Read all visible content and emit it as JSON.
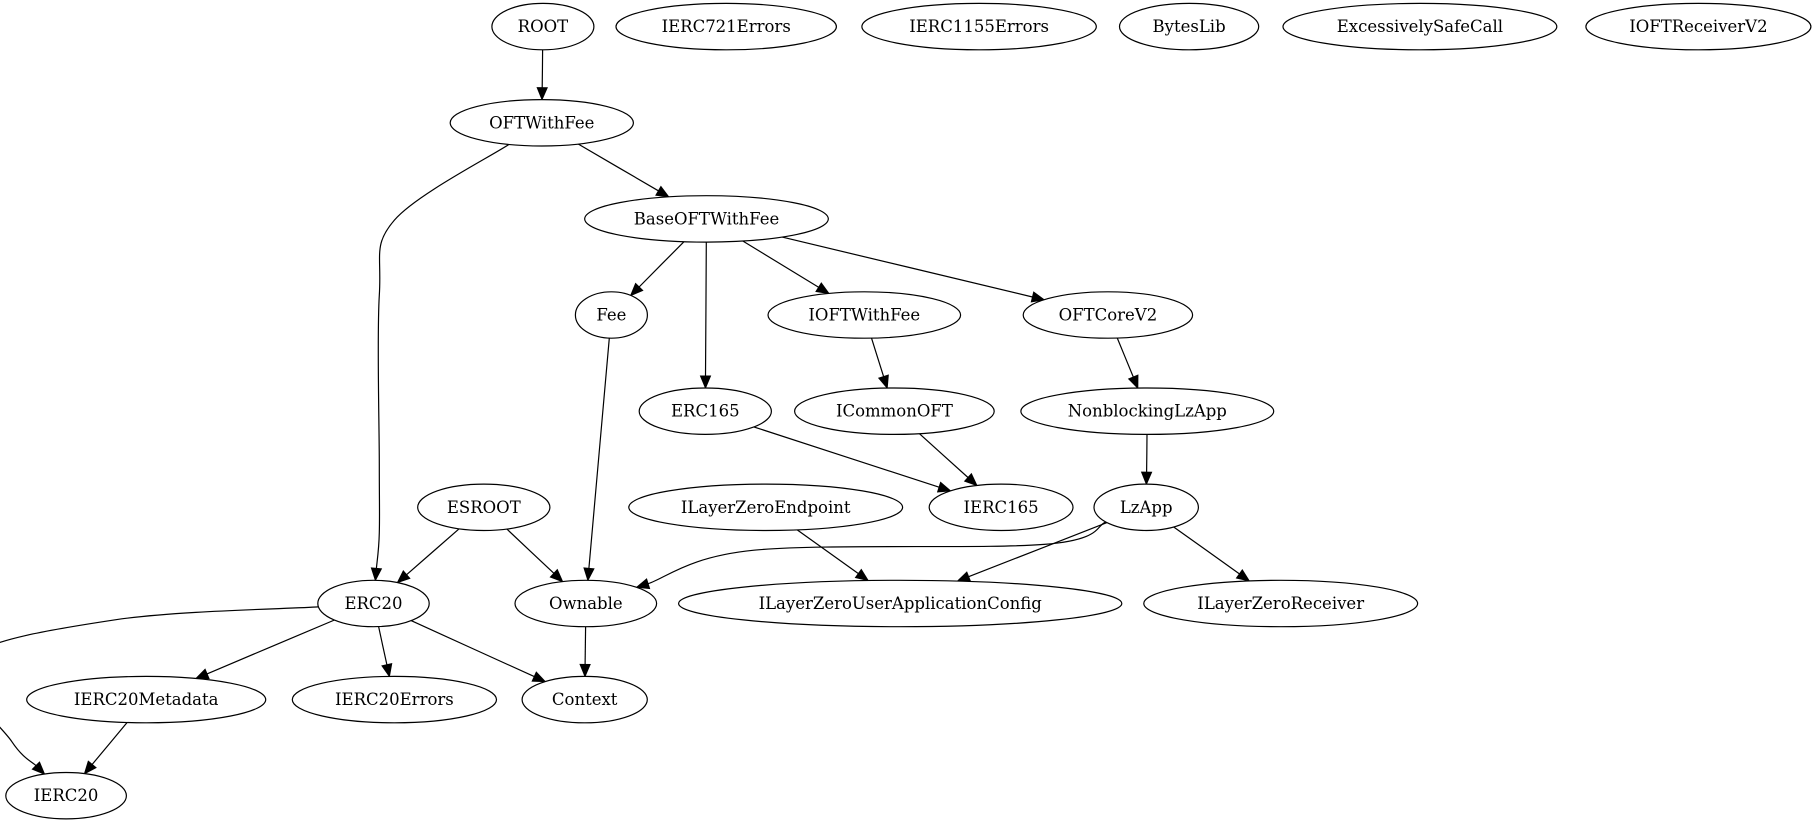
{
  "graph": {
    "nodes": {
      "ROOT": "ROOT",
      "IERC721Errors": "IERC721Errors",
      "IERC1155Errors": "IERC1155Errors",
      "BytesLib": "BytesLib",
      "ExcessivelySafeCall": "ExcessivelySafeCall",
      "IOFTReceiverV2": "IOFTReceiverV2",
      "OFTWithFee": "OFTWithFee",
      "BaseOFTWithFee": "BaseOFTWithFee",
      "Fee": "Fee",
      "IOFTWithFee": "IOFTWithFee",
      "OFTCoreV2": "OFTCoreV2",
      "ERC165": "ERC165",
      "ICommonOFT": "ICommonOFT",
      "NonblockingLzApp": "NonblockingLzApp",
      "ESROOT": "ESROOT",
      "ILayerZeroEndpoint": "ILayerZeroEndpoint",
      "IERC165": "IERC165",
      "LzApp": "LzApp",
      "ERC20": "ERC20",
      "Ownable": "Ownable",
      "ILayerZeroUserApplicationConfig": "ILayerZeroUserApplicationConfig",
      "ILayerZeroReceiver": "ILayerZeroReceiver",
      "IERC20Metadata": "IERC20Metadata",
      "IERC20Errors": "IERC20Errors",
      "Context": "Context",
      "IERC20": "IERC20"
    },
    "edges": [
      {
        "from": "ROOT",
        "to": "OFTWithFee"
      },
      {
        "from": "OFTWithFee",
        "to": "BaseOFTWithFee"
      },
      {
        "from": "OFTWithFee",
        "to": "ERC20"
      },
      {
        "from": "BaseOFTWithFee",
        "to": "Fee"
      },
      {
        "from": "BaseOFTWithFee",
        "to": "ERC165"
      },
      {
        "from": "BaseOFTWithFee",
        "to": "IOFTWithFee"
      },
      {
        "from": "BaseOFTWithFee",
        "to": "OFTCoreV2"
      },
      {
        "from": "Fee",
        "to": "Ownable"
      },
      {
        "from": "IOFTWithFee",
        "to": "ICommonOFT"
      },
      {
        "from": "OFTCoreV2",
        "to": "NonblockingLzApp"
      },
      {
        "from": "ERC165",
        "to": "IERC165"
      },
      {
        "from": "ICommonOFT",
        "to": "IERC165"
      },
      {
        "from": "NonblockingLzApp",
        "to": "LzApp"
      },
      {
        "from": "ESROOT",
        "to": "ERC20"
      },
      {
        "from": "ESROOT",
        "to": "Ownable"
      },
      {
        "from": "ILayerZeroEndpoint",
        "to": "ILayerZeroUserApplicationConfig"
      },
      {
        "from": "LzApp",
        "to": "Ownable"
      },
      {
        "from": "LzApp",
        "to": "ILayerZeroUserApplicationConfig"
      },
      {
        "from": "LzApp",
        "to": "ILayerZeroReceiver"
      },
      {
        "from": "ERC20",
        "to": "IERC20"
      },
      {
        "from": "ERC20",
        "to": "IERC20Metadata"
      },
      {
        "from": "ERC20",
        "to": "IERC20Errors"
      },
      {
        "from": "ERC20",
        "to": "Context"
      },
      {
        "from": "Ownable",
        "to": "Context"
      },
      {
        "from": "IERC20Metadata",
        "to": "IERC20"
      }
    ]
  }
}
